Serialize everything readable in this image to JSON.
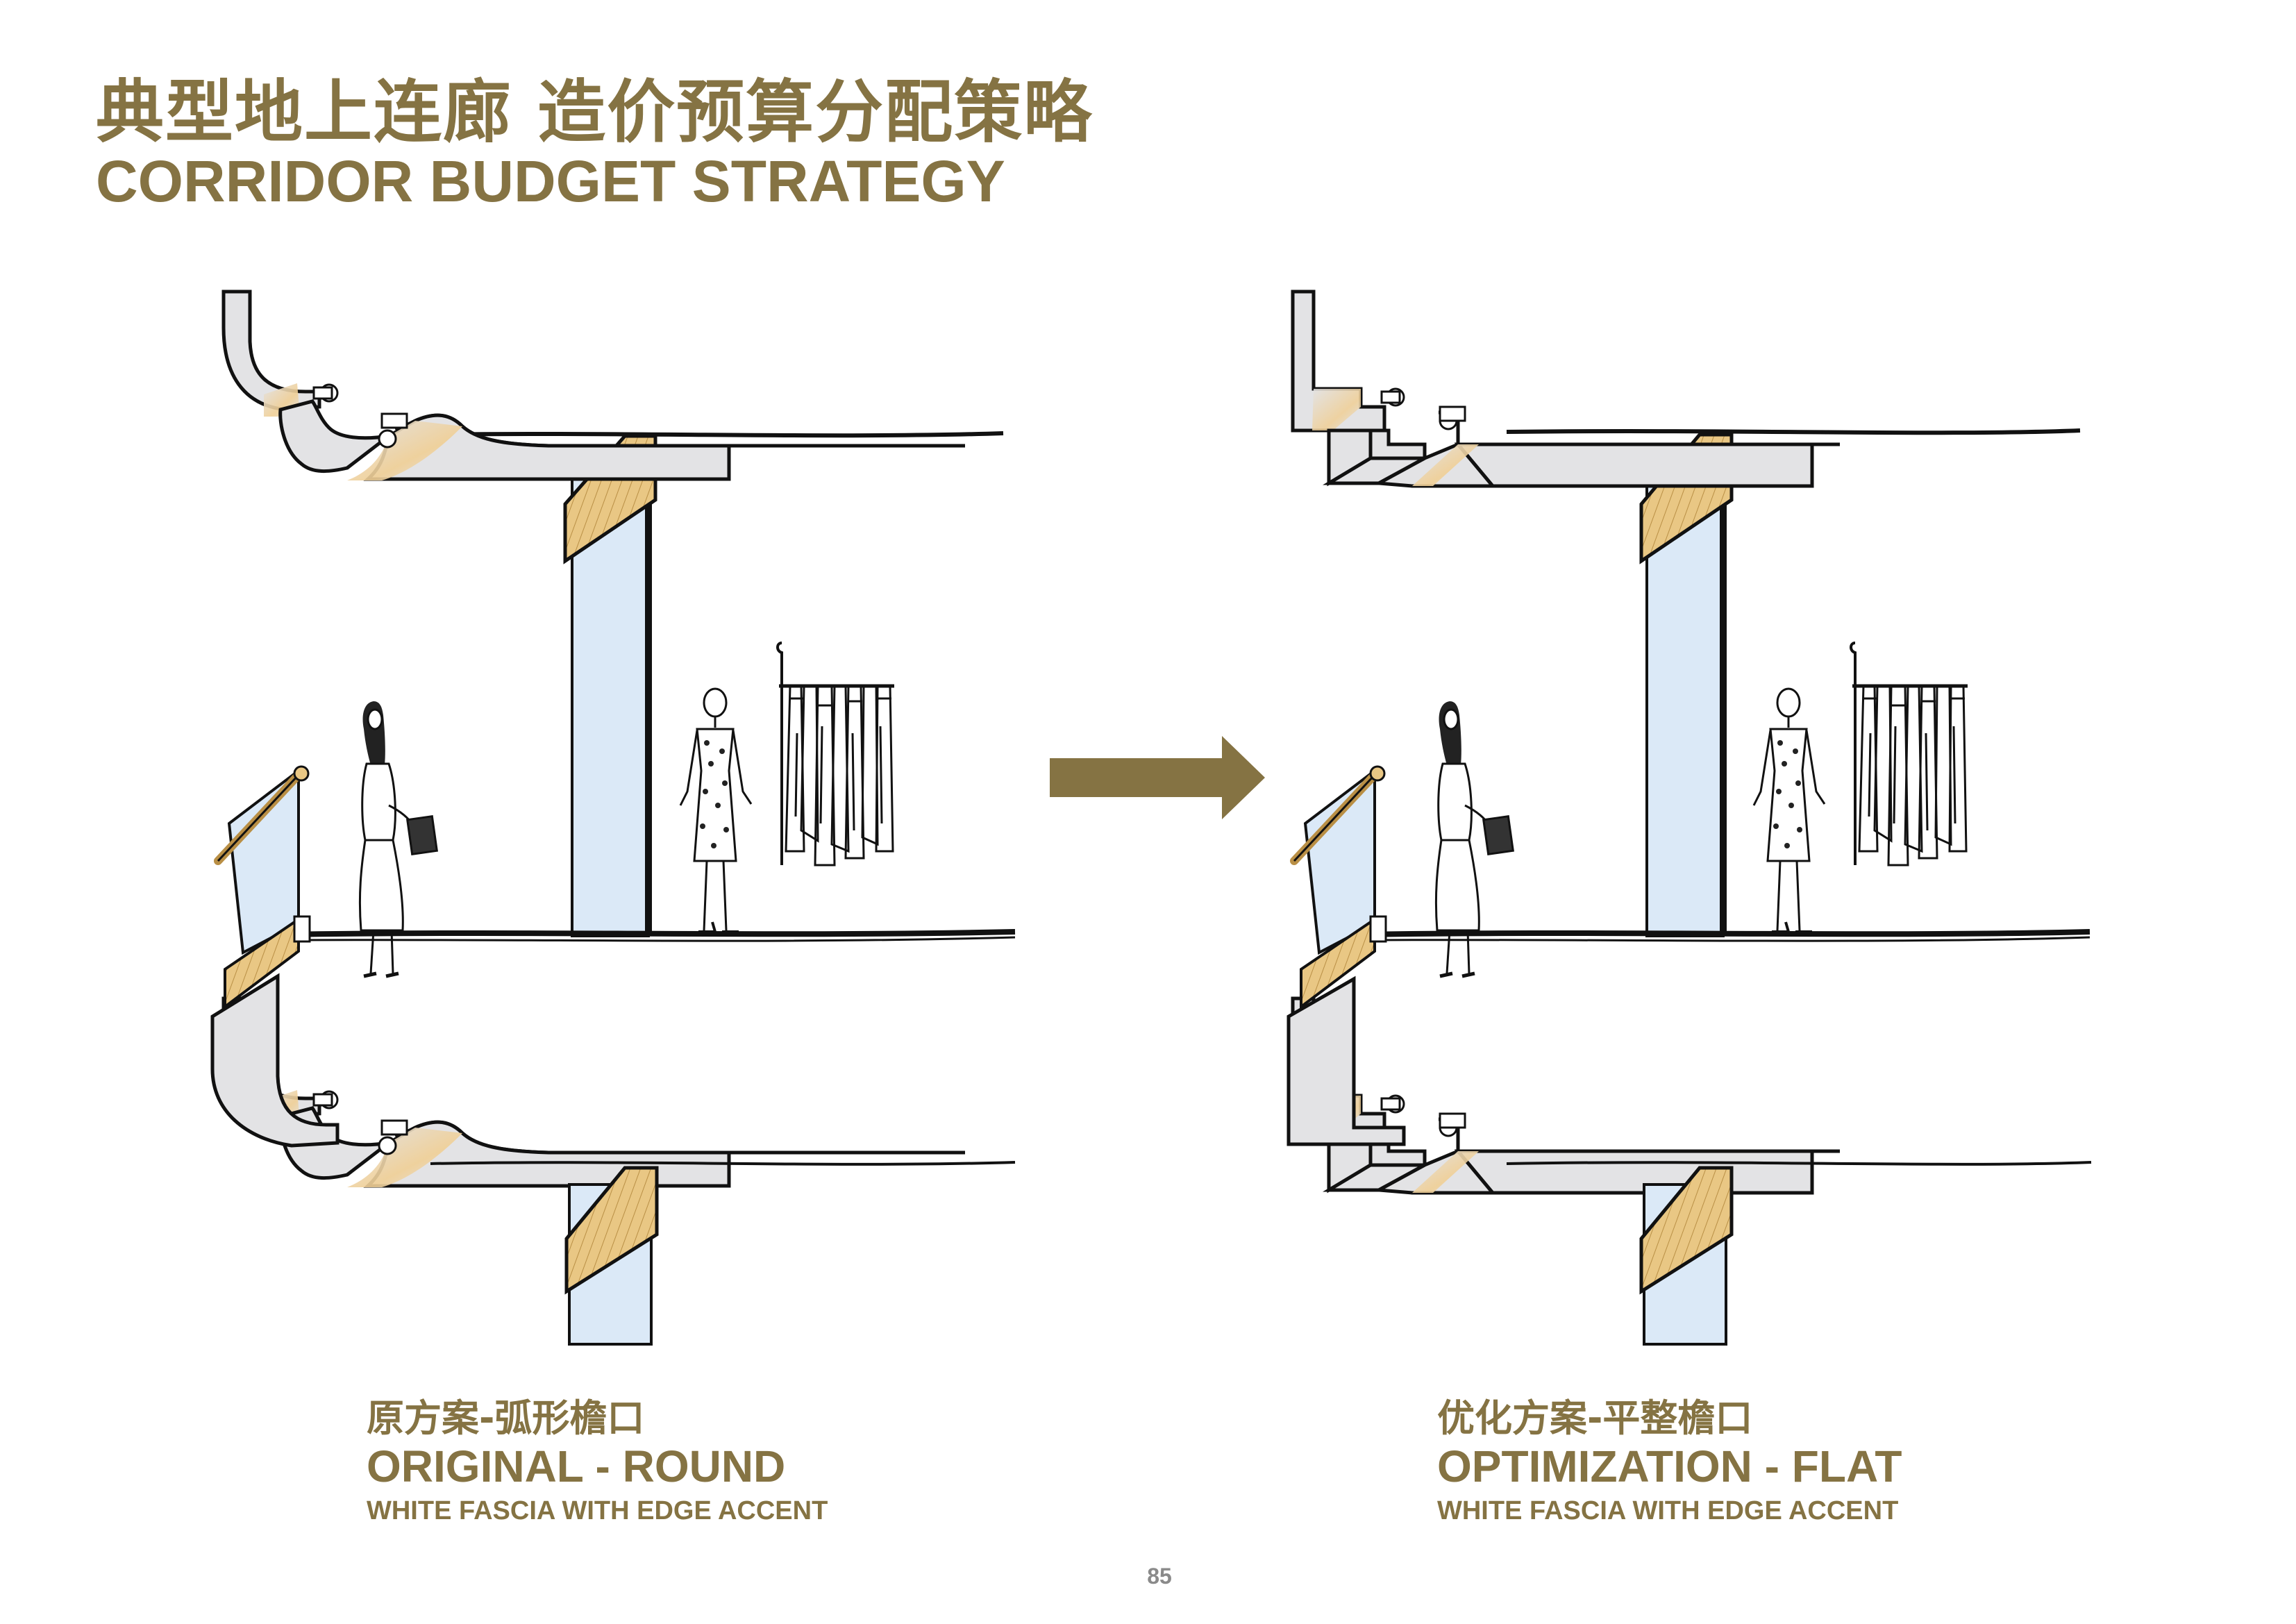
{
  "header": {
    "title_cn": "典型地上连廊 造价预算分配策略",
    "title_en": "CORRIDOR BUDGET STRATEGY"
  },
  "left_panel": {
    "caption_cn": "原方案-弧形檐口",
    "caption_en": "ORIGINAL - ROUND",
    "caption_sub": "WHITE FASCIA WITH EDGE ACCENT"
  },
  "right_panel": {
    "caption_cn": "优化方案-平整檐口",
    "caption_en": "OPTIMIZATION - FLAT",
    "caption_sub": "WHITE FASCIA WITH EDGE ACCENT"
  },
  "page_number": "85",
  "colors": {
    "accent": "#857343",
    "fascia_fill": "#e3e3e5",
    "wood": "#e9c784",
    "glass": "#dbe9f7",
    "line": "#111111"
  },
  "icons": {
    "arrow": "right-arrow-icon",
    "people": "shopper-figure-icon",
    "mannequin": "mannequin-icon",
    "rack": "clothes-rack-icon"
  }
}
